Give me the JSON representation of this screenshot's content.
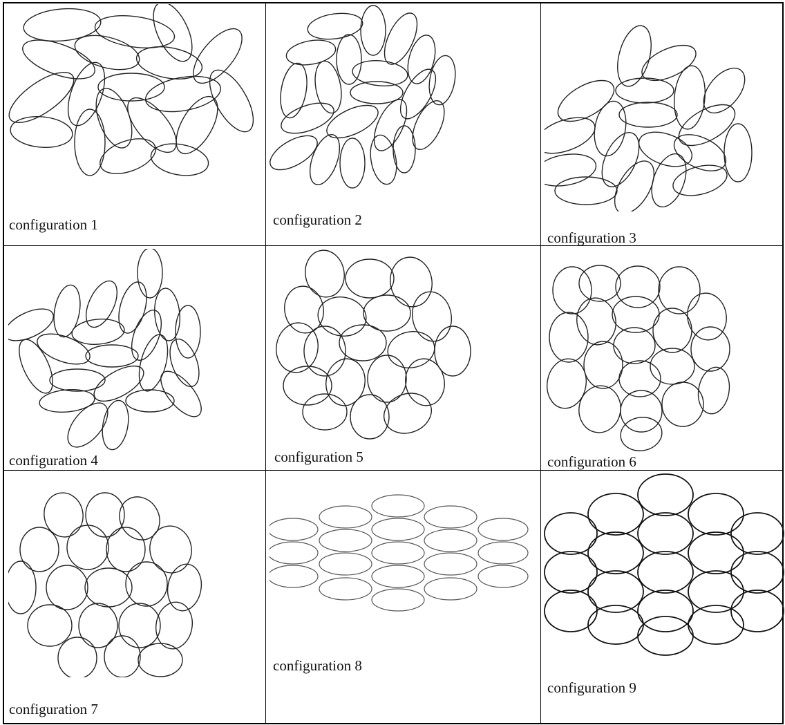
{
  "figure": {
    "cells": [
      {
        "caption": "configuration 1"
      },
      {
        "caption": "configuration 2"
      },
      {
        "caption": "configuration 3"
      },
      {
        "caption": "configuration 4"
      },
      {
        "caption": "configuration 5"
      },
      {
        "caption": "configuration 6"
      },
      {
        "caption": "configuration 7"
      },
      {
        "caption": "configuration 8"
      },
      {
        "caption": "configuration 9"
      }
    ]
  }
}
